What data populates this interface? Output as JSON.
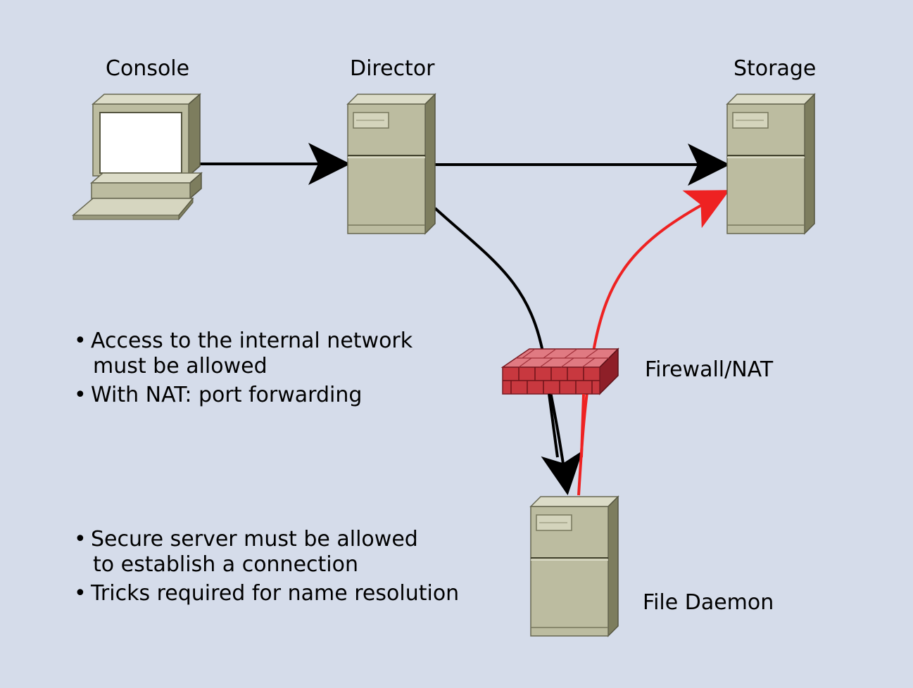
{
  "nodes": {
    "console": "Console",
    "director": "Director",
    "storage": "Storage",
    "firewall": "Firewall/NAT",
    "file_daemon": "File Daemon"
  },
  "notes_top": [
    {
      "line1": "Access to the internal network",
      "line2": "must be allowed"
    },
    {
      "line1": "With NAT: port forwarding",
      "line2": ""
    }
  ],
  "notes_bottom": [
    {
      "line1": "Secure server must be allowed",
      "line2": "to establish a connection"
    },
    {
      "line1": "Tricks required for name resolution",
      "line2": ""
    }
  ],
  "bullet_char": "•",
  "colors": {
    "background": "#d5dcea",
    "server_front": "#bcbca0",
    "server_side": "#7d7d5e",
    "server_top": "#dcdcc8",
    "firewall_front": "#c8383f",
    "firewall_top": "#e07a82",
    "arrow_black": "#000000",
    "arrow_red": "#ee2222"
  }
}
